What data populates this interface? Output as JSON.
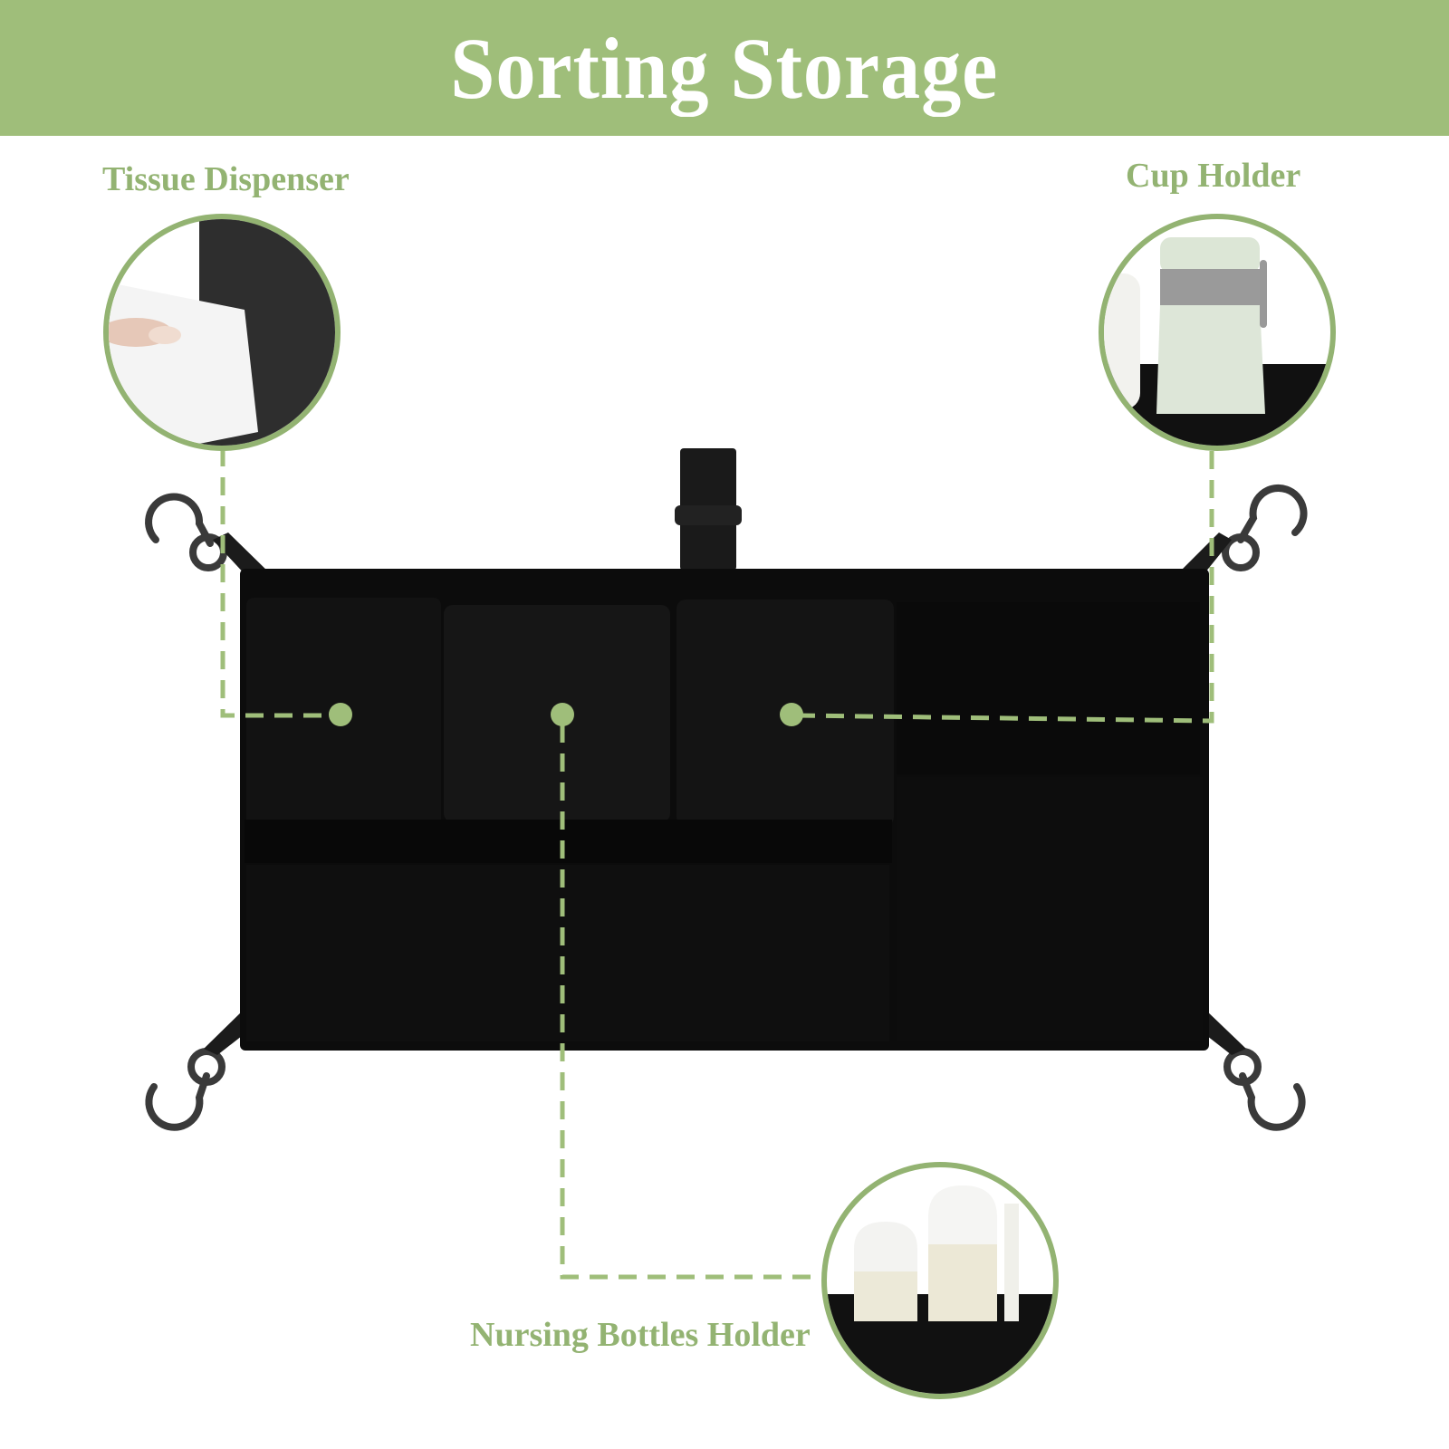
{
  "header": {
    "title": "Sorting Storage",
    "background": "#9fbe7a",
    "text_color": "#ffffff"
  },
  "callouts": [
    {
      "label": "Tissue Dispenser",
      "icon": "tissue-dispenser-icon"
    },
    {
      "label": "Cup Holder",
      "icon": "cup-holder-icon"
    },
    {
      "label": "Nursing Bottles Holder",
      "icon": "nursing-bottles-icon"
    }
  ],
  "colors": {
    "accent": "#93b372",
    "product": "#0d0d0d",
    "hook": "#3a3a3a"
  }
}
